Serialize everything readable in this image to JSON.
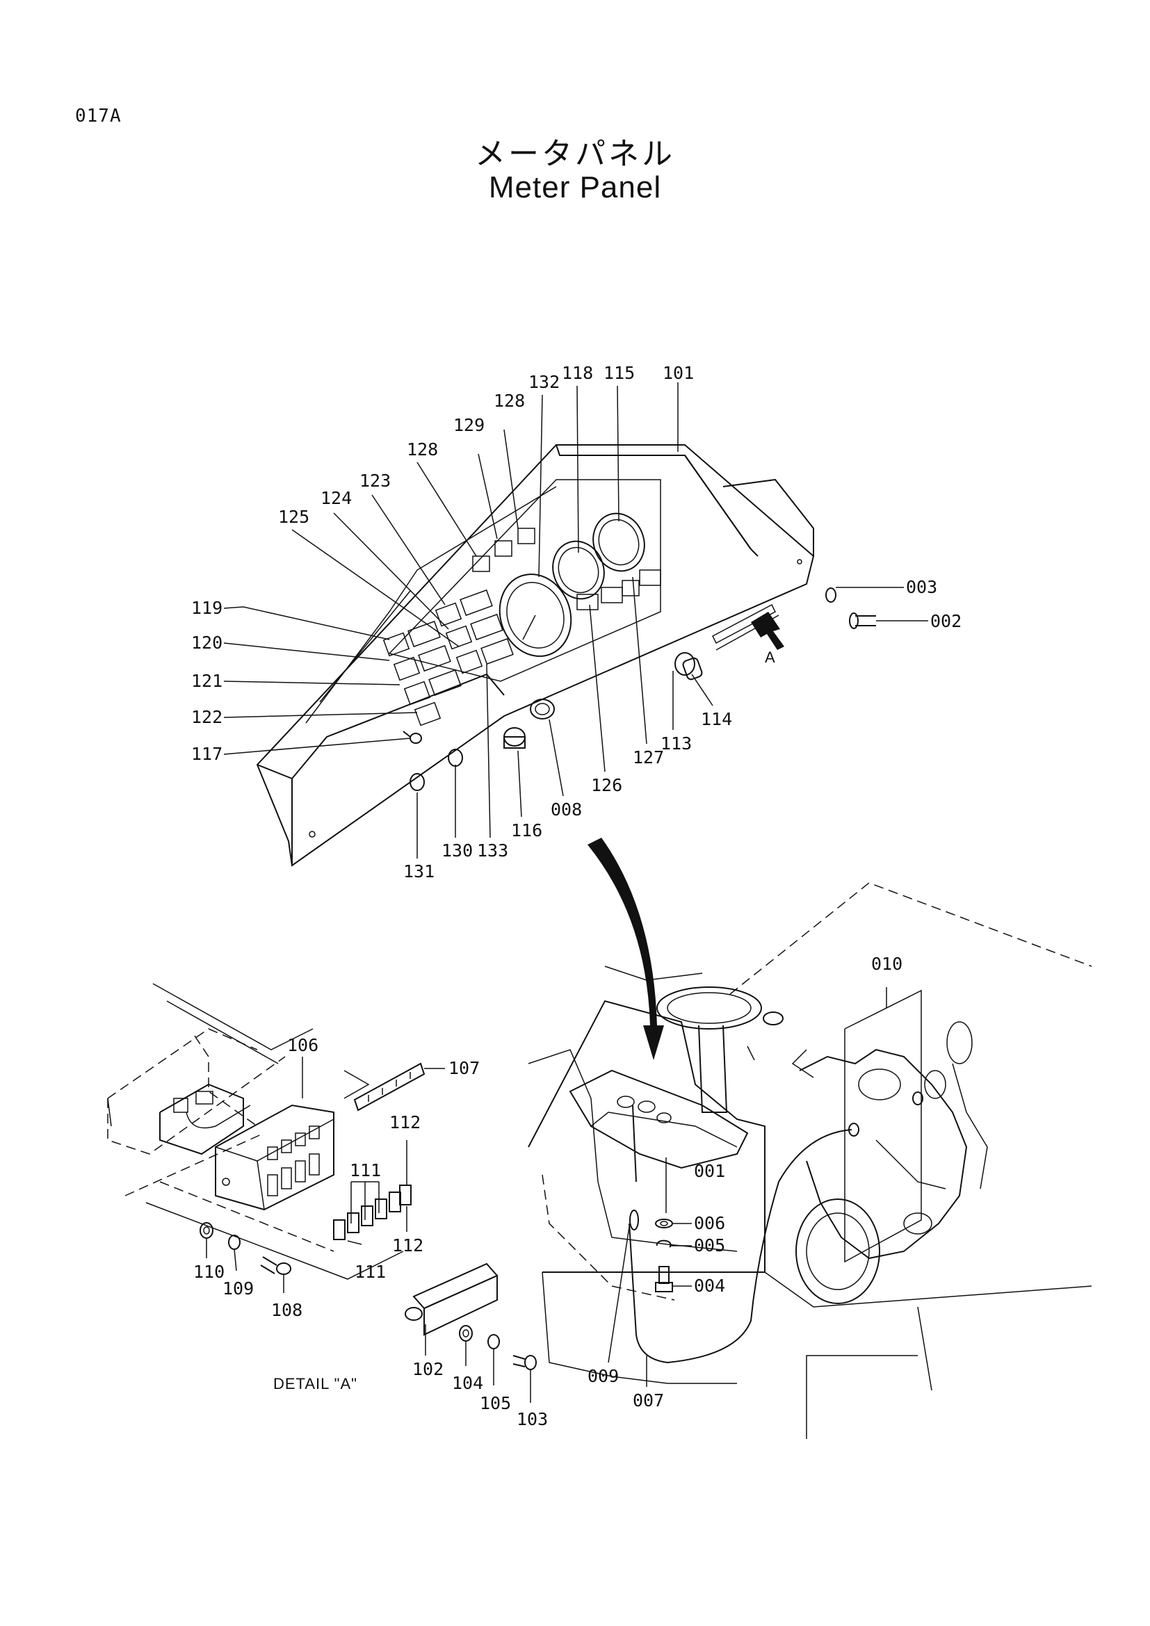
{
  "page_code": "017A",
  "title_jp": "メータパネル",
  "title_en": "Meter Panel",
  "detail_label": "DETAIL \"A\"",
  "arrow_label": "A",
  "part_numbers": {
    "p002": "002",
    "p003": "003",
    "p004": "004",
    "p005": "005",
    "p006": "006",
    "p007": "007",
    "p008": "008",
    "p009": "009",
    "p010": "010",
    "p001": "001",
    "p101": "101",
    "p102": "102",
    "p103": "103",
    "p104": "104",
    "p105": "105",
    "p106": "106",
    "p107": "107",
    "p108": "108",
    "p109": "109",
    "p110": "110",
    "p111a": "111",
    "p111b": "111",
    "p112a": "112",
    "p112b": "112",
    "p113": "113",
    "p114": "114",
    "p115": "115",
    "p116": "116",
    "p117": "117",
    "p118": "118",
    "p119": "119",
    "p120": "120",
    "p121": "121",
    "p122": "122",
    "p123": "123",
    "p124": "124",
    "p125": "125",
    "p126": "126",
    "p127": "127",
    "p128a": "128",
    "p128b": "128",
    "p129": "129",
    "p130": "130",
    "p131": "131",
    "p132": "132",
    "p133": "133"
  }
}
